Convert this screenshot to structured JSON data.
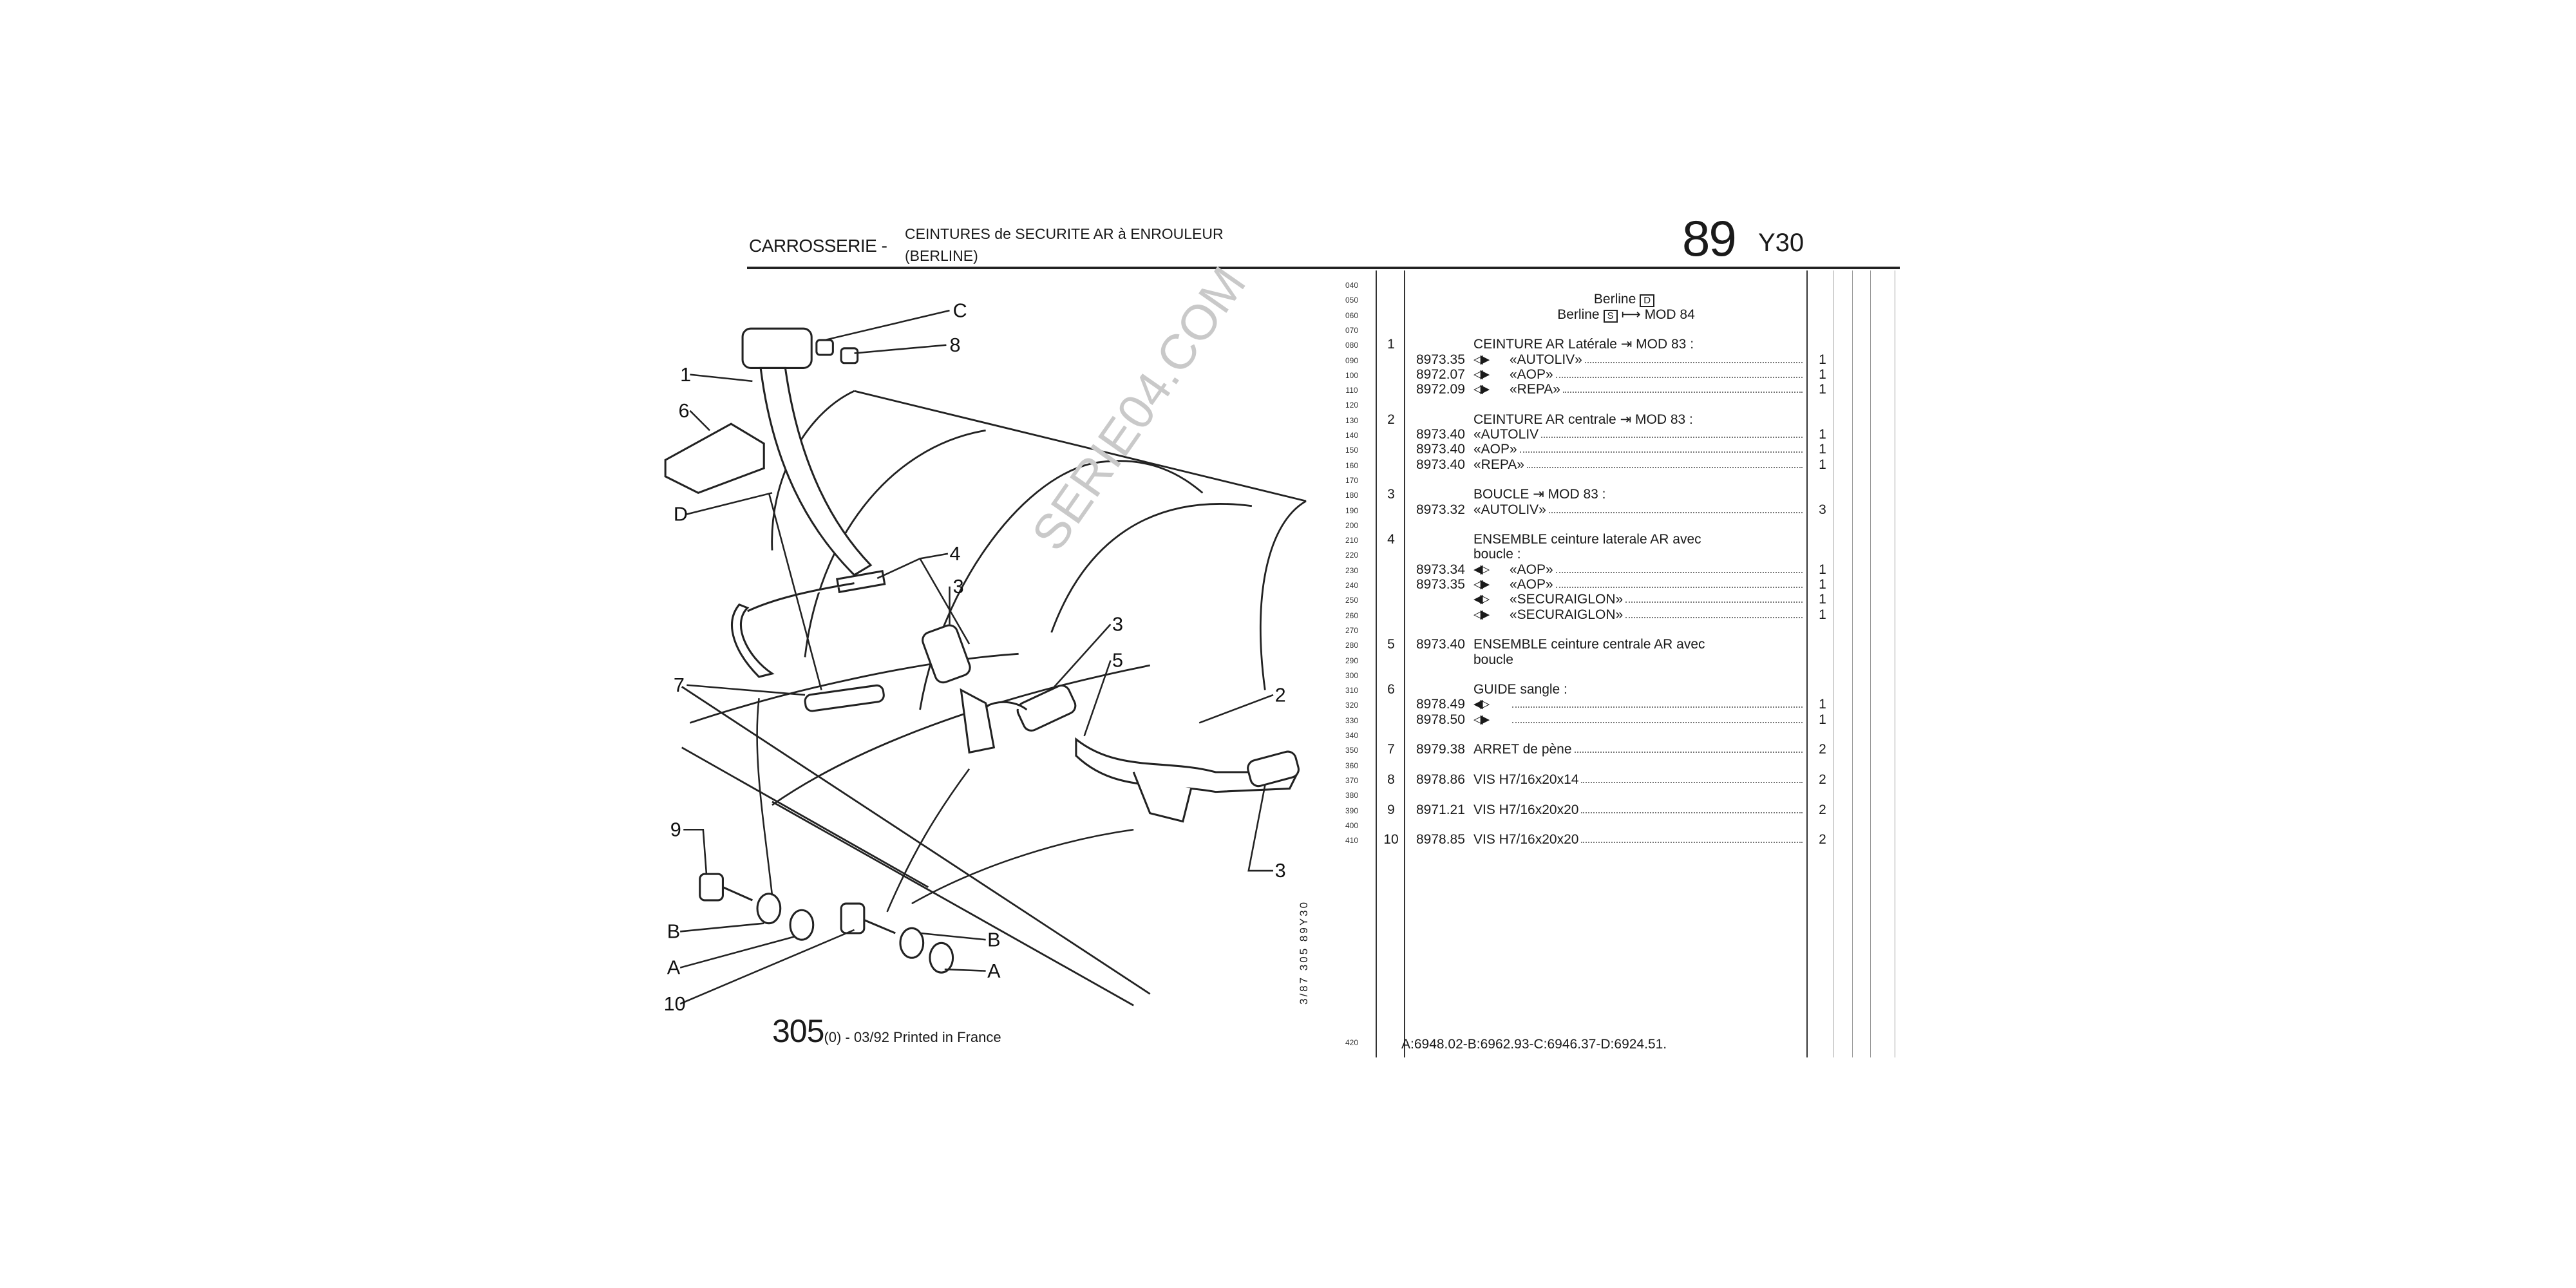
{
  "header": {
    "section": "CARROSSERIE -",
    "subtitle_line1": "CEINTURES de SECURITE AR à ENROULEUR",
    "subtitle_line2": "(BERLINE)",
    "page_number": "89",
    "page_code": "Y30"
  },
  "table": {
    "line_codes": [
      "040",
      "050",
      "060",
      "070",
      "080",
      "090",
      "100",
      "110",
      "120",
      "130",
      "140",
      "150",
      "160",
      "170",
      "180",
      "190",
      "200",
      "210",
      "220",
      "230",
      "240",
      "250",
      "260",
      "270",
      "280",
      "290",
      "300",
      "310",
      "320",
      "330",
      "340",
      "350",
      "360",
      "370",
      "380",
      "390",
      "400",
      "410"
    ],
    "last_line_code": "420",
    "center_rows": [
      {
        "line": "050",
        "text": "Berline",
        "box": "D",
        "after": ""
      },
      {
        "line": "060",
        "text": "Berline",
        "box": "S",
        "after": "⟼ MOD 84"
      }
    ],
    "rows": [
      {
        "line": "080",
        "item": "1",
        "ref": "",
        "sym": "",
        "text": "CEINTURE AR Latérale ⇥ MOD 83 :",
        "qty": ""
      },
      {
        "line": "090",
        "item": "",
        "ref": "8973.35",
        "sym": "◁▶",
        "text": "«AUTOLIV»",
        "qty": "1"
      },
      {
        "line": "100",
        "item": "",
        "ref": "8972.07",
        "sym": "◁▶",
        "text": "«AOP»",
        "qty": "1"
      },
      {
        "line": "110",
        "item": "",
        "ref": "8972.09",
        "sym": "◁▶",
        "text": "«REPA»",
        "qty": "1"
      },
      {
        "line": "130",
        "item": "2",
        "ref": "",
        "sym": "",
        "text": "CEINTURE AR centrale ⇥ MOD 83 :",
        "qty": ""
      },
      {
        "line": "140",
        "item": "",
        "ref": "8973.40",
        "sym": "",
        "text": "«AUTOLIV",
        "qty": "1"
      },
      {
        "line": "150",
        "item": "",
        "ref": "8973.40",
        "sym": "",
        "text": "«AOP»",
        "qty": "1"
      },
      {
        "line": "160",
        "item": "",
        "ref": "8973.40",
        "sym": "",
        "text": "«REPA»",
        "qty": "1"
      },
      {
        "line": "180",
        "item": "3",
        "ref": "",
        "sym": "",
        "text": "BOUCLE ⇥ MOD 83 :",
        "qty": ""
      },
      {
        "line": "190",
        "item": "",
        "ref": "8973.32",
        "sym": "",
        "text": "«AUTOLIV»",
        "qty": "3"
      },
      {
        "line": "210",
        "item": "4",
        "ref": "",
        "sym": "",
        "text": "ENSEMBLE ceinture laterale AR avec",
        "qty": ""
      },
      {
        "line": "220",
        "item": "",
        "ref": "",
        "sym": "",
        "text": " boucle :",
        "qty": ""
      },
      {
        "line": "230",
        "item": "",
        "ref": "8973.34",
        "sym": "◀▷",
        "text": "«AOP»",
        "qty": "1"
      },
      {
        "line": "240",
        "item": "",
        "ref": "8973.35",
        "sym": "◁▶",
        "text": "«AOP»",
        "qty": "1"
      },
      {
        "line": "250",
        "item": "",
        "ref": "",
        "sym": "◀▷",
        "text": "«SECURAIGLON»",
        "qty": "1"
      },
      {
        "line": "260",
        "item": "",
        "ref": "",
        "sym": "◁▶",
        "text": "«SECURAIGLON»",
        "qty": "1"
      },
      {
        "line": "280",
        "item": "5",
        "ref": "8973.40",
        "sym": "",
        "text": "ENSEMBLE ceinture centrale AR avec",
        "qty": ""
      },
      {
        "line": "290",
        "item": "",
        "ref": "",
        "sym": "",
        "text": " boucle",
        "qty": ""
      },
      {
        "line": "310",
        "item": "6",
        "ref": "",
        "sym": "",
        "text": "GUIDE sangle :",
        "qty": ""
      },
      {
        "line": "320",
        "item": "",
        "ref": "8978.49",
        "sym": "◀▷",
        "text": "",
        "qty": "1"
      },
      {
        "line": "330",
        "item": "",
        "ref": "8978.50",
        "sym": "◁▶",
        "text": "",
        "qty": "1"
      },
      {
        "line": "350",
        "item": "7",
        "ref": "8979.38",
        "sym": "",
        "text": "ARRET de pène",
        "qty": "2"
      },
      {
        "line": "370",
        "item": "8",
        "ref": "8978.86",
        "sym": "",
        "text": "VIS H7/16x20x14",
        "qty": "2"
      },
      {
        "line": "390",
        "item": "9",
        "ref": "8971.21",
        "sym": "",
        "text": "VIS H7/16x20x20",
        "qty": "2"
      },
      {
        "line": "410",
        "item": "10",
        "ref": "8978.85",
        "sym": "",
        "text": "VIS H7/16x20x20",
        "qty": "2"
      }
    ],
    "footnote": "A:6948.02-B:6962.93-C:6946.37-D:6924.51."
  },
  "diagram": {
    "callouts": [
      "1",
      "6",
      "D",
      "C",
      "8",
      "4",
      "3",
      "3",
      "5",
      "2",
      "7",
      "9",
      "B",
      "A",
      "10",
      "B",
      "A",
      "3"
    ],
    "watermark": "SERIE04.COM",
    "side_code": "3/87 305 89Y30"
  },
  "footer": {
    "page": "305",
    "rest": "(0) - 03/92 Printed in France"
  }
}
